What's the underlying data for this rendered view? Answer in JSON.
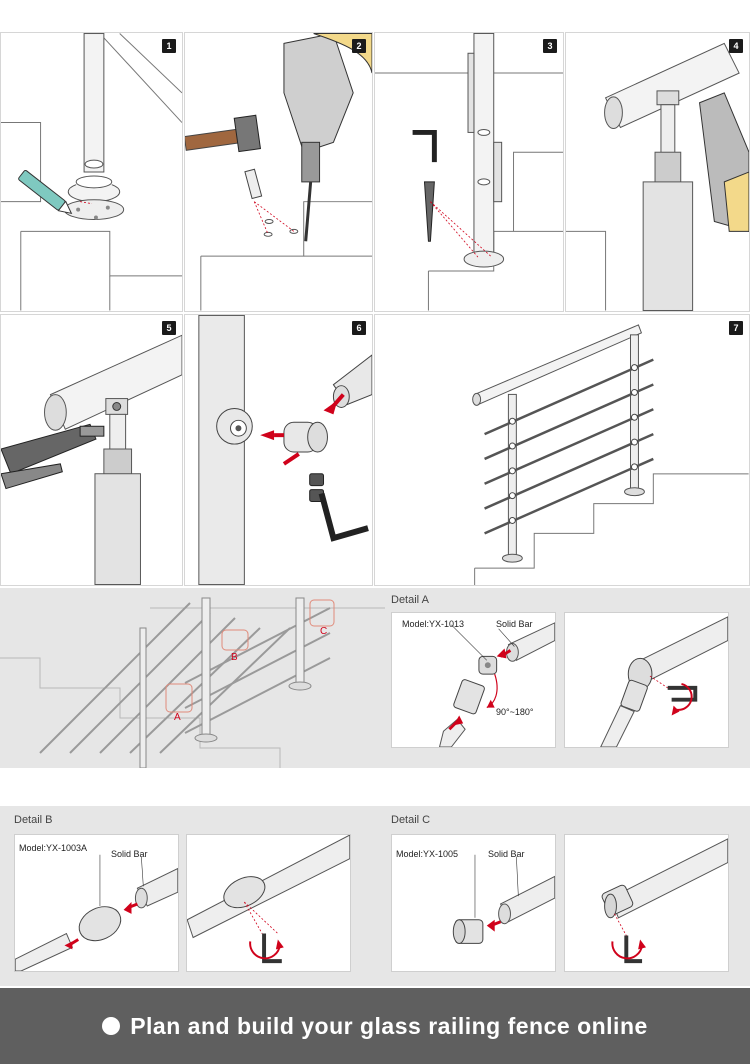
{
  "steps": [
    {
      "number": "1",
      "scene": "mark-holes"
    },
    {
      "number": "2",
      "scene": "drill-and-anchor"
    },
    {
      "number": "3",
      "scene": "screw-post-base"
    },
    {
      "number": "4",
      "scene": "drill-handrail"
    },
    {
      "number": "5",
      "scene": "rivet-handrail-bracket"
    },
    {
      "number": "6",
      "scene": "insert-bar-connector"
    },
    {
      "number": "7",
      "scene": "finished-railing"
    }
  ],
  "overview": {
    "callouts": [
      "A",
      "B",
      "C"
    ]
  },
  "detail_a": {
    "title": "Detail A",
    "model": "Model:YX-1013",
    "part": "Solid Bar",
    "angle": "90°~180°"
  },
  "detail_b": {
    "title": "Detail B",
    "model": "Model:YX-1003A",
    "part": "Solid Bar"
  },
  "detail_c": {
    "title": "Detail C",
    "model": "Model:YX-1005",
    "part": "Solid Bar"
  },
  "footer": {
    "text": "Plan and build your glass railing fence online"
  },
  "colors": {
    "arrow": "#d0021b",
    "callout_box": "#e08a7a",
    "footer_bg": "#5f5f5f",
    "band_bg": "#e6e6e6"
  }
}
